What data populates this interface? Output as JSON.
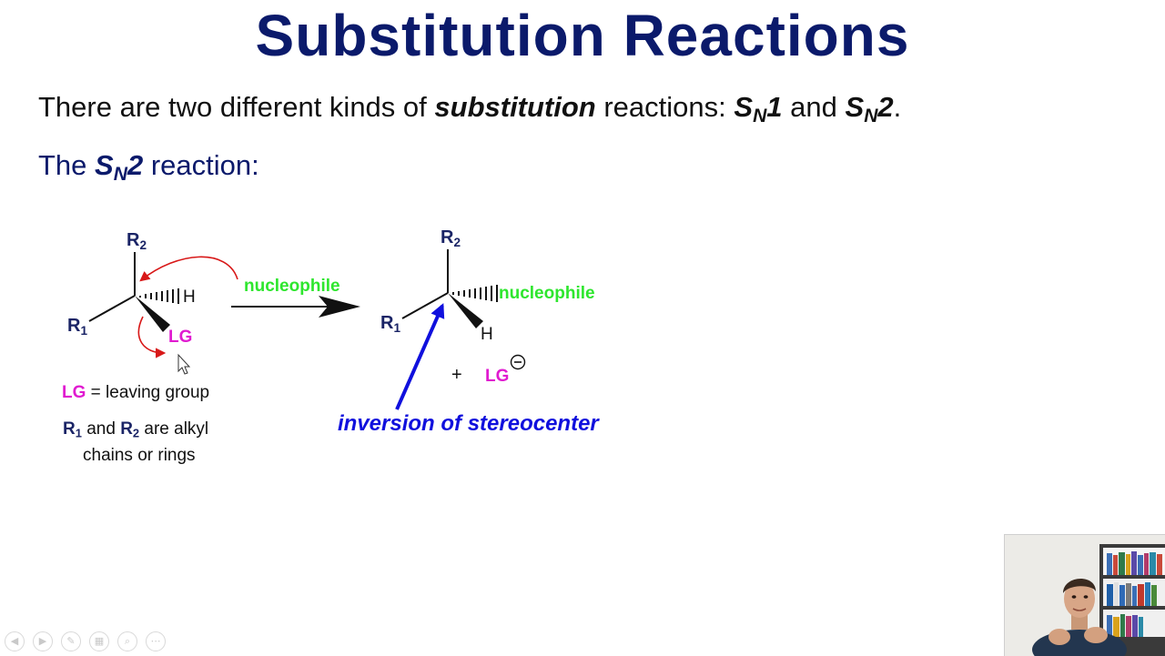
{
  "slide": {
    "title": "Substitution Reactions",
    "line1": {
      "prefix": "There are two different kinds of ",
      "emphasis": "substitution",
      "middle": " reactions: ",
      "sn": "S",
      "n": "N",
      "one": "1",
      "and": " and ",
      "two": "2",
      "period": "."
    },
    "line2": {
      "prefix": "The ",
      "sn": "S",
      "n": "N",
      "two": "2",
      "suffix": " reaction:"
    }
  },
  "reactant": {
    "r2": "R",
    "r2_sub": "2",
    "r1": "R",
    "r1_sub": "1",
    "h": "H",
    "lg": "LG"
  },
  "arrow_label": "nucleophile",
  "product": {
    "r2": "R",
    "r2_sub": "2",
    "r1": "R",
    "r1_sub": "1",
    "h": "H",
    "nucleophile": "nucleophile",
    "plus": "+",
    "lg": "LG",
    "charge": "−"
  },
  "legend": {
    "lg": "LG",
    "lg_def": " = leaving group",
    "r1": "R",
    "r1_sub": "1",
    "and": " and ",
    "r2": "R",
    "r2_sub": "2",
    "def1": " are alkyl",
    "def2": "chains or rings"
  },
  "annotation": "inversion of stereocenter",
  "colors": {
    "title": "#0b1a6b",
    "navy": "#1a2466",
    "leaving_group": "#e01bd0",
    "nucleophile": "#2ee62e",
    "curved_arrows": "#d81818",
    "annotation": "#1010dd"
  },
  "controls": [
    "prev-icon",
    "next-icon",
    "pen-icon",
    "slides-icon",
    "zoom-icon",
    "more-icon"
  ]
}
